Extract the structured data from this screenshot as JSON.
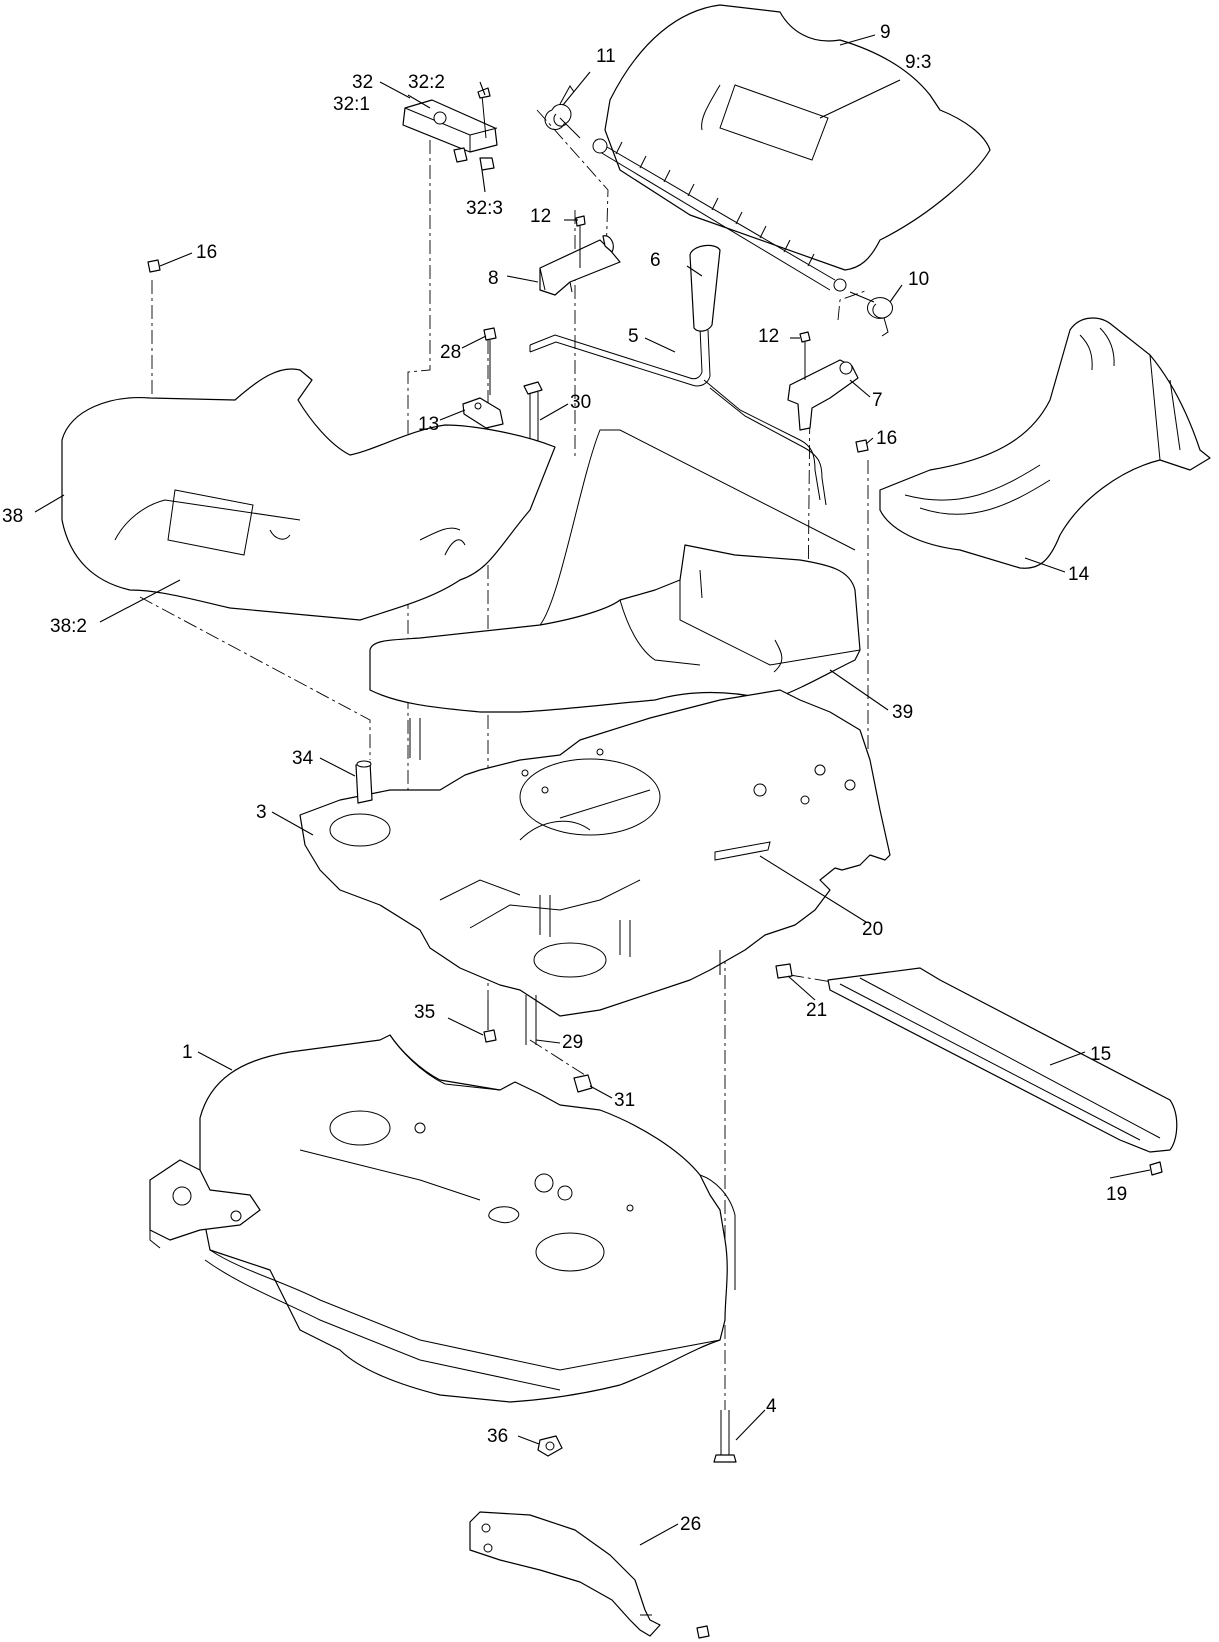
{
  "callouts": {
    "c1": "1",
    "c3": "3",
    "c4": "4",
    "c5": "5",
    "c6": "6",
    "c7": "7",
    "c8": "8",
    "c9": "9",
    "c9_3": "9:3",
    "c10": "10",
    "c11": "11",
    "c12a": "12",
    "c12b": "12",
    "c13": "13",
    "c14": "14",
    "c15": "15",
    "c16a": "16",
    "c16b": "16",
    "c19": "19",
    "c20": "20",
    "c21": "21",
    "c26": "26",
    "c28": "28",
    "c29": "29",
    "c30": "30",
    "c31": "31",
    "c32": "32",
    "c32_1": "32:1",
    "c32_2": "32:2",
    "c32_3": "32:3",
    "c34": "34",
    "c35": "35",
    "c36": "36",
    "c38": "38",
    "c38_2": "38:2",
    "c39": "39"
  }
}
